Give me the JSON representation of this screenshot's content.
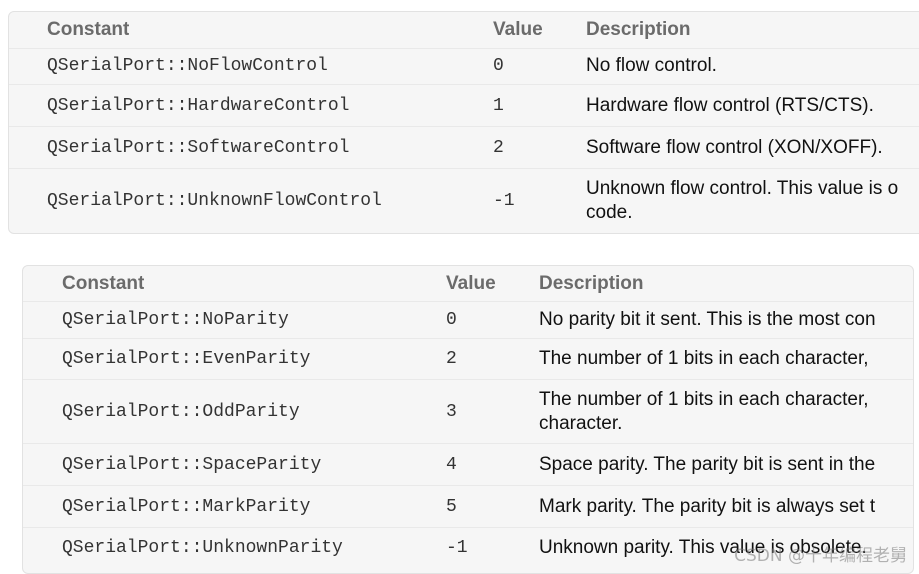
{
  "flow_table": {
    "headers": {
      "constant": "Constant",
      "value": "Value",
      "description": "Description"
    },
    "rows": [
      {
        "constant": "QSerialPort::NoFlowControl",
        "value": "0",
        "description": "No flow control."
      },
      {
        "constant": "QSerialPort::HardwareControl",
        "value": "1",
        "description": "Hardware flow control (RTS/CTS)."
      },
      {
        "constant": "QSerialPort::SoftwareControl",
        "value": "2",
        "description": "Software flow control (XON/XOFF)."
      },
      {
        "constant": "QSerialPort::UnknownFlowControl",
        "value": "-1",
        "description": "Unknown flow control. This value is o",
        "description_line2": "code."
      }
    ]
  },
  "parity_table": {
    "headers": {
      "constant": "Constant",
      "value": "Value",
      "description": "Description"
    },
    "rows": [
      {
        "constant": "QSerialPort::NoParity",
        "value": "0",
        "description": "No parity bit it sent. This is the most con"
      },
      {
        "constant": "QSerialPort::EvenParity",
        "value": "2",
        "description": "The number of 1 bits in each character,"
      },
      {
        "constant": "QSerialPort::OddParity",
        "value": "3",
        "description": "The number of 1 bits in each character,",
        "description_line2": "character."
      },
      {
        "constant": "QSerialPort::SpaceParity",
        "value": "4",
        "description": "Space parity. The parity bit is sent in the"
      },
      {
        "constant": "QSerialPort::MarkParity",
        "value": "5",
        "description": "Mark parity. The parity bit is always set t"
      },
      {
        "constant": "QSerialPort::UnknownParity",
        "value": "-1",
        "description": "Unknown parity. This value is obsolete."
      }
    ]
  },
  "watermark": "CSDN @十年编程老舅"
}
